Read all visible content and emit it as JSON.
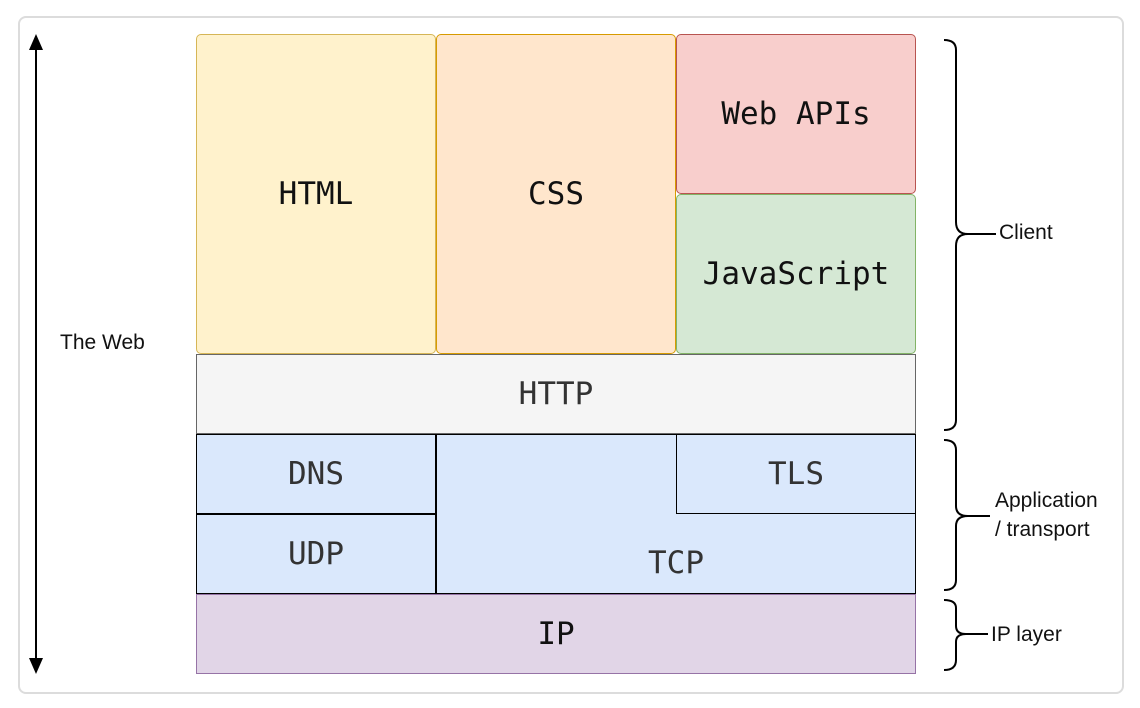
{
  "layers": {
    "html": "HTML",
    "css": "CSS",
    "web_apis": "Web APIs",
    "javascript": "JavaScript",
    "http": "HTTP",
    "dns": "DNS",
    "udp": "UDP",
    "tcp": "TCP",
    "tls": "TLS",
    "ip": "IP"
  },
  "annotations": {
    "the_web": "The Web",
    "client": "Client",
    "application_line1": "Application",
    "application_line2": "/ transport",
    "ip_layer": "IP layer"
  },
  "colors": {
    "html_fill": "#fff2cc",
    "css_fill": "#ffe6cc",
    "web_apis_fill": "#f8cecc",
    "javascript_fill": "#d5e8d4",
    "http_fill": "#f5f5f5",
    "transport_fill": "#dae8fc",
    "ip_fill": "#e1d5e7"
  }
}
